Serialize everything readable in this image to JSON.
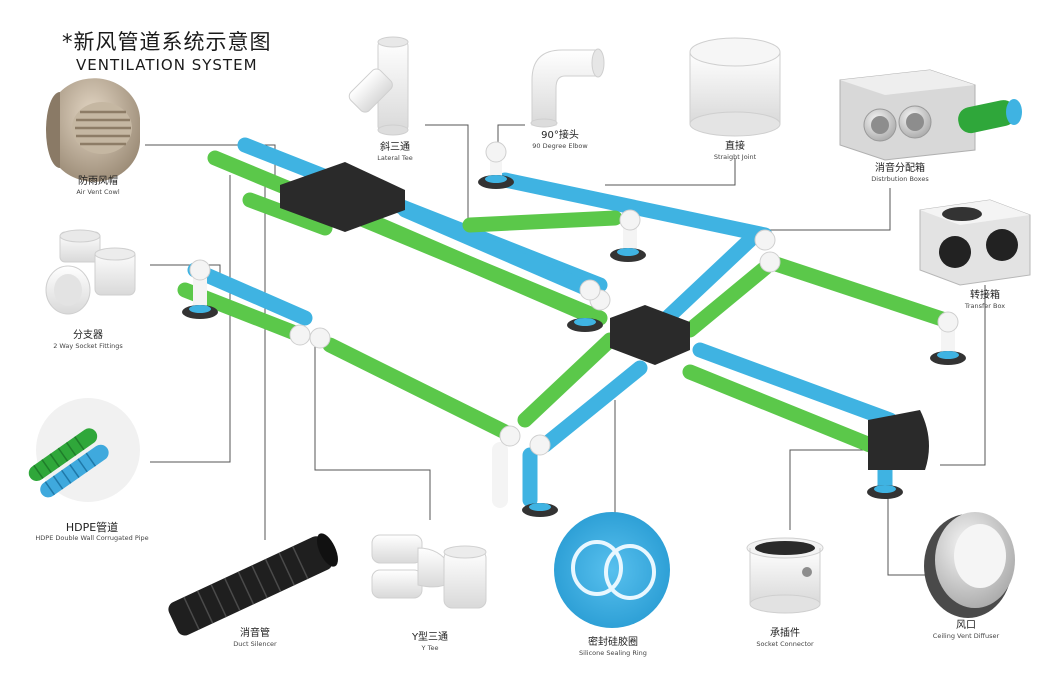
{
  "title": {
    "zh": "*新风管道系统示意图",
    "en": "VENTILATION SYSTEM"
  },
  "colors": {
    "green": "#5bc84a",
    "blue": "#3fb3e2",
    "white": "#f4f4f4",
    "box": "#2a2a2a",
    "ring": "#333333",
    "leader": "#555555"
  },
  "components": [
    {
      "id": "air_vent_cowl",
      "zh": "防雨风帽",
      "en": "Air Vent Cowl",
      "icon": "air-vent-cowl-icon"
    },
    {
      "id": "two_way_socket",
      "zh": "分支器",
      "en": "2 Way Socket Fittings",
      "icon": "two-way-socket-icon"
    },
    {
      "id": "hdpe_pipe",
      "zh": "HDPE管道",
      "en": "HDPE Double Wall Corrugated Pipe",
      "icon": "hdpe-pipe-icon"
    },
    {
      "id": "lateral_tee",
      "zh": "斜三通",
      "en": "Lateral Tee",
      "icon": "lateral-tee-icon"
    },
    {
      "id": "elbow_90",
      "zh": "90°接头",
      "en": "90 Degree Elbow",
      "icon": "elbow-icon"
    },
    {
      "id": "straight_joint",
      "zh": "直接",
      "en": "Straight Joint",
      "icon": "straight-joint-icon"
    },
    {
      "id": "distribution_box",
      "zh": "消音分配箱",
      "en": "Distrbution Boxes",
      "icon": "distribution-box-icon"
    },
    {
      "id": "transfer_box",
      "zh": "转接箱",
      "en": "Transfer Box",
      "icon": "transfer-box-icon"
    },
    {
      "id": "duct_silencer",
      "zh": "消音管",
      "en": "Duct Silencer",
      "icon": "duct-silencer-icon"
    },
    {
      "id": "y_tee",
      "zh": "Y型三通",
      "en": "Y Tee",
      "icon": "y-tee-icon"
    },
    {
      "id": "sealing_ring",
      "zh": "密封硅胶圈",
      "en": "Silicone Sealing Ring",
      "icon": "sealing-ring-icon"
    },
    {
      "id": "socket_connector",
      "zh": "承插件",
      "en": "Socket Connector",
      "icon": "socket-connector-icon"
    },
    {
      "id": "ceiling_vent",
      "zh": "风口",
      "en": "Ceiling Vent Diffuser",
      "icon": "ceiling-vent-icon"
    }
  ]
}
